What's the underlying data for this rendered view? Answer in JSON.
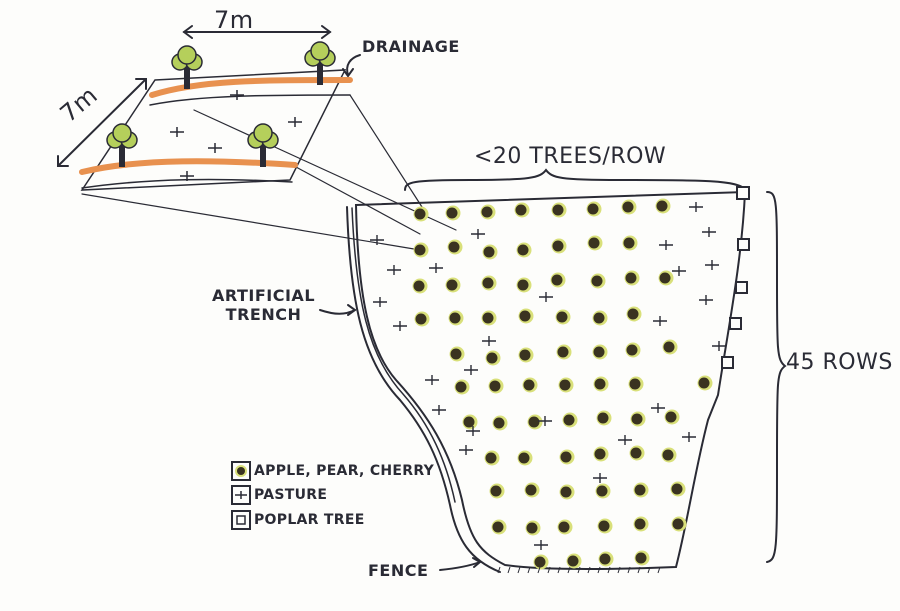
{
  "labels": {
    "width_top": "7m",
    "width_side": "7m",
    "drainage": "DRAINAGE",
    "trees_per_row": "<20 TREES/ROW",
    "rows": "45 ROWS",
    "trench_line1": "ARTIFICIAL",
    "trench_line2": "TRENCH",
    "fence": "FENCE"
  },
  "legend": [
    {
      "label": "APPLE, PEAR, CHERRY",
      "icon": "fruit-tree-dot-icon"
    },
    {
      "label": "PASTURE",
      "icon": "pasture-cross-icon"
    },
    {
      "label": "POPLAR TREE",
      "icon": "poplar-square-icon"
    }
  ],
  "colors": {
    "ink": "#2a2b35",
    "tree_halo": "#d9e07a",
    "tree_fill": "#3a3320",
    "drainage_orange": "#e8914f",
    "crown_green": "#b5cf5b"
  }
}
